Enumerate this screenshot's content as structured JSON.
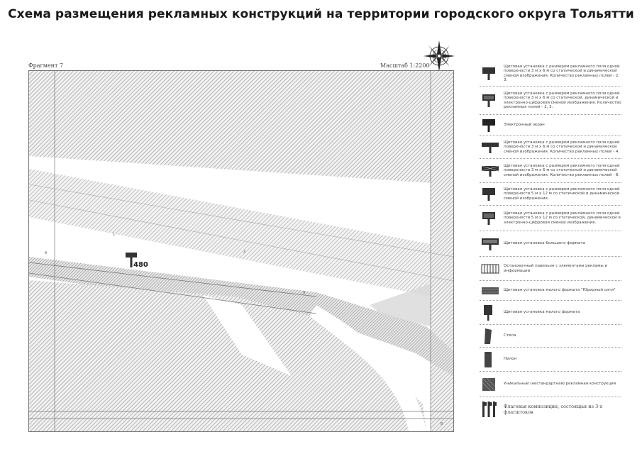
{
  "header": {
    "title": "Схема размещения рекламных конструкций на территории городского округа Тольятти"
  },
  "map": {
    "fragment_label": "Фрагмент 7",
    "scale_label": "Масштаб 1:2200",
    "billboard": {
      "number": "480",
      "icon": "billboard-icon"
    },
    "labels": [
      "б",
      "2",
      "1",
      "9",
      "8"
    ]
  },
  "compass": {
    "icon": "compass-rose-icon"
  },
  "legend": {
    "items": [
      {
        "icon": "billboard-icon",
        "label": "Щитовая установка с размером рекламного поля одной поверхности 3 м х 6 м со статической и динамической сменой изображения. Количество рекламных полей - 2, 3."
      },
      {
        "icon": "billboard-digital-icon",
        "label": "Щитовая установка с размером рекламного поля одной поверхности 3 м х 6 м со статической, динамической и электронно-цифровой сменой изображения. Количество рекламных полей - 2, 3."
      },
      {
        "icon": "electronic-screen-icon",
        "label": "Электронный экран"
      },
      {
        "icon": "billboard-wide-icon",
        "label": "Щитовая установка с размером рекламного поля одной поверхности 3 м х 6 м со статической и динамической сменой изображения. Количество рекламных полей - 4."
      },
      {
        "icon": "billboard-cross-icon",
        "label": "Щитовая установка с размером рекламного поля одной поверхности 3 м х 6 м со статической и динамической сменой изображения. Количество рекламных полей - 8."
      },
      {
        "icon": "billboard-large-icon",
        "label": "Щитовая установка с размером рекламного поля одной поверхности 5 м х 12 м со статической и динамической сменой изображения."
      },
      {
        "icon": "billboard-large-digital-icon",
        "label": "Щитовая установка с размером рекламного поля одной поверхности 5 м х 12 м со статической, динамической и электронно-цифровой сменой изображения."
      },
      {
        "icon": "large-format-icon",
        "label": "Щитовая установка большого формата"
      },
      {
        "icon": "pavilion-icon",
        "label": "Остановочный павильон с элементами рекламы и информации"
      },
      {
        "icon": "city-wall-icon",
        "label": "Щитовая установка малого формата \"Юридный сити\""
      },
      {
        "icon": "small-format-icon",
        "label": "Щитовая установка малого формата"
      },
      {
        "icon": "stele-icon",
        "label": "Стела"
      },
      {
        "icon": "pylon-icon",
        "label": "Пилон"
      },
      {
        "icon": "unique-structure-icon",
        "label": "Уникальный (нестандартная) рекламная конструкция"
      },
      {
        "icon": "flag-composition-icon",
        "label": "Флаговая композиция, состоящая из 3-х флагштоков"
      }
    ]
  }
}
